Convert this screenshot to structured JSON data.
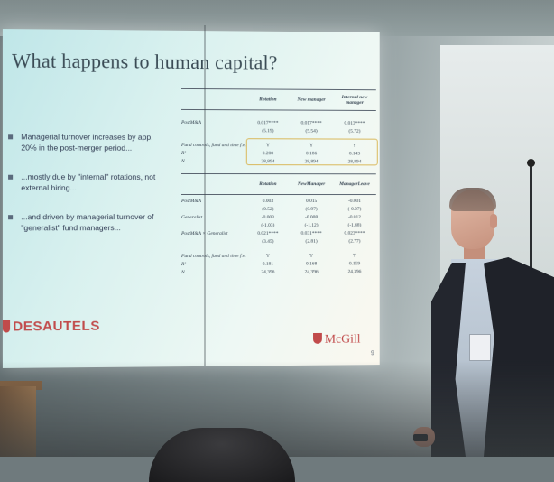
{
  "slide": {
    "title": "What happens to human capital?",
    "bullets": [
      "Managerial turnover increases by app. 20% in the post-merger period...",
      "...mostly due by \"internal\" rotations, not external hiring...",
      "...and driven by managerial turnover of \"generalist\" fund managers..."
    ],
    "logo_left": "DESAUTELS",
    "logo_right": "McGill",
    "page_number": "9"
  },
  "table": {
    "top": {
      "headers": [
        "",
        "Rotation",
        "New manager",
        "Internal new manager"
      ],
      "rows": [
        [
          "PostM&A",
          "0.017****",
          "0.017****",
          "0.013****"
        ],
        [
          "",
          "(5.19)",
          "(5.54)",
          "(5.72)"
        ],
        [
          "Fund controls, fund and time f.e.",
          "Y",
          "Y",
          "Y"
        ],
        [
          "R²",
          "0.200",
          "0.186",
          "0.143"
        ],
        [
          "N",
          "28,894",
          "28,894",
          "28,894"
        ]
      ]
    },
    "bottom": {
      "headers": [
        "",
        "Rotation",
        "NewManager",
        "ManagerLeave"
      ],
      "rows": [
        [
          "PostM&A",
          "0.003",
          "0.015",
          "-0.001"
        ],
        [
          "",
          "(0.52)",
          "(0.97)",
          "(-0.07)"
        ],
        [
          "Generalist",
          "-0.003",
          "-0.008",
          "-0.012"
        ],
        [
          "",
          "(-1.03)",
          "(-1.12)",
          "(-1.48)"
        ],
        [
          "PostM&A × Generalist",
          "0.021****",
          "0.031****",
          "0.023****"
        ],
        [
          "",
          "(3.45)",
          "(2.81)",
          "(2.77)"
        ],
        [
          "Fund controls, fund and time f.e.",
          "Y",
          "Y",
          "Y"
        ],
        [
          "R²",
          "0.181",
          "0.168",
          "0.159"
        ],
        [
          "N",
          "24,396",
          "24,396",
          "24,396"
        ]
      ]
    }
  },
  "colors": {
    "accent_red": "#c14b4b",
    "highlight_box": "#d9b85a",
    "slide_text": "#2f3a52"
  }
}
